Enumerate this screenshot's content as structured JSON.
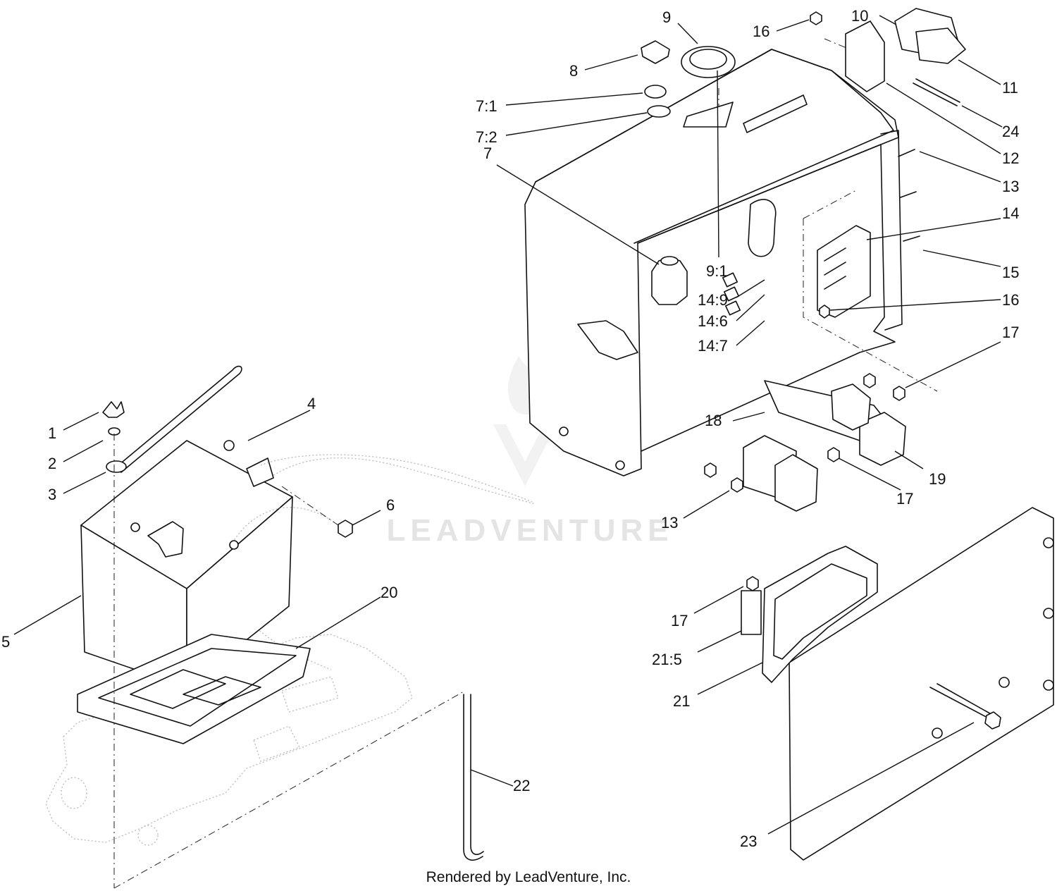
{
  "watermark": "LEADVENTURE",
  "footer": "Rendered by LeadVenture, Inc.",
  "callouts": [
    "9",
    "16",
    "10",
    "8",
    "7:1",
    "7:2",
    "11",
    "24",
    "12",
    "7",
    "13",
    "14",
    "15",
    "9:1",
    "14:9",
    "16",
    "14:6",
    "14:7",
    "17",
    "4",
    "18",
    "1",
    "2",
    "6",
    "3",
    "19",
    "17",
    "13",
    "20",
    "5",
    "17",
    "21:5",
    "21",
    "22",
    "23"
  ]
}
